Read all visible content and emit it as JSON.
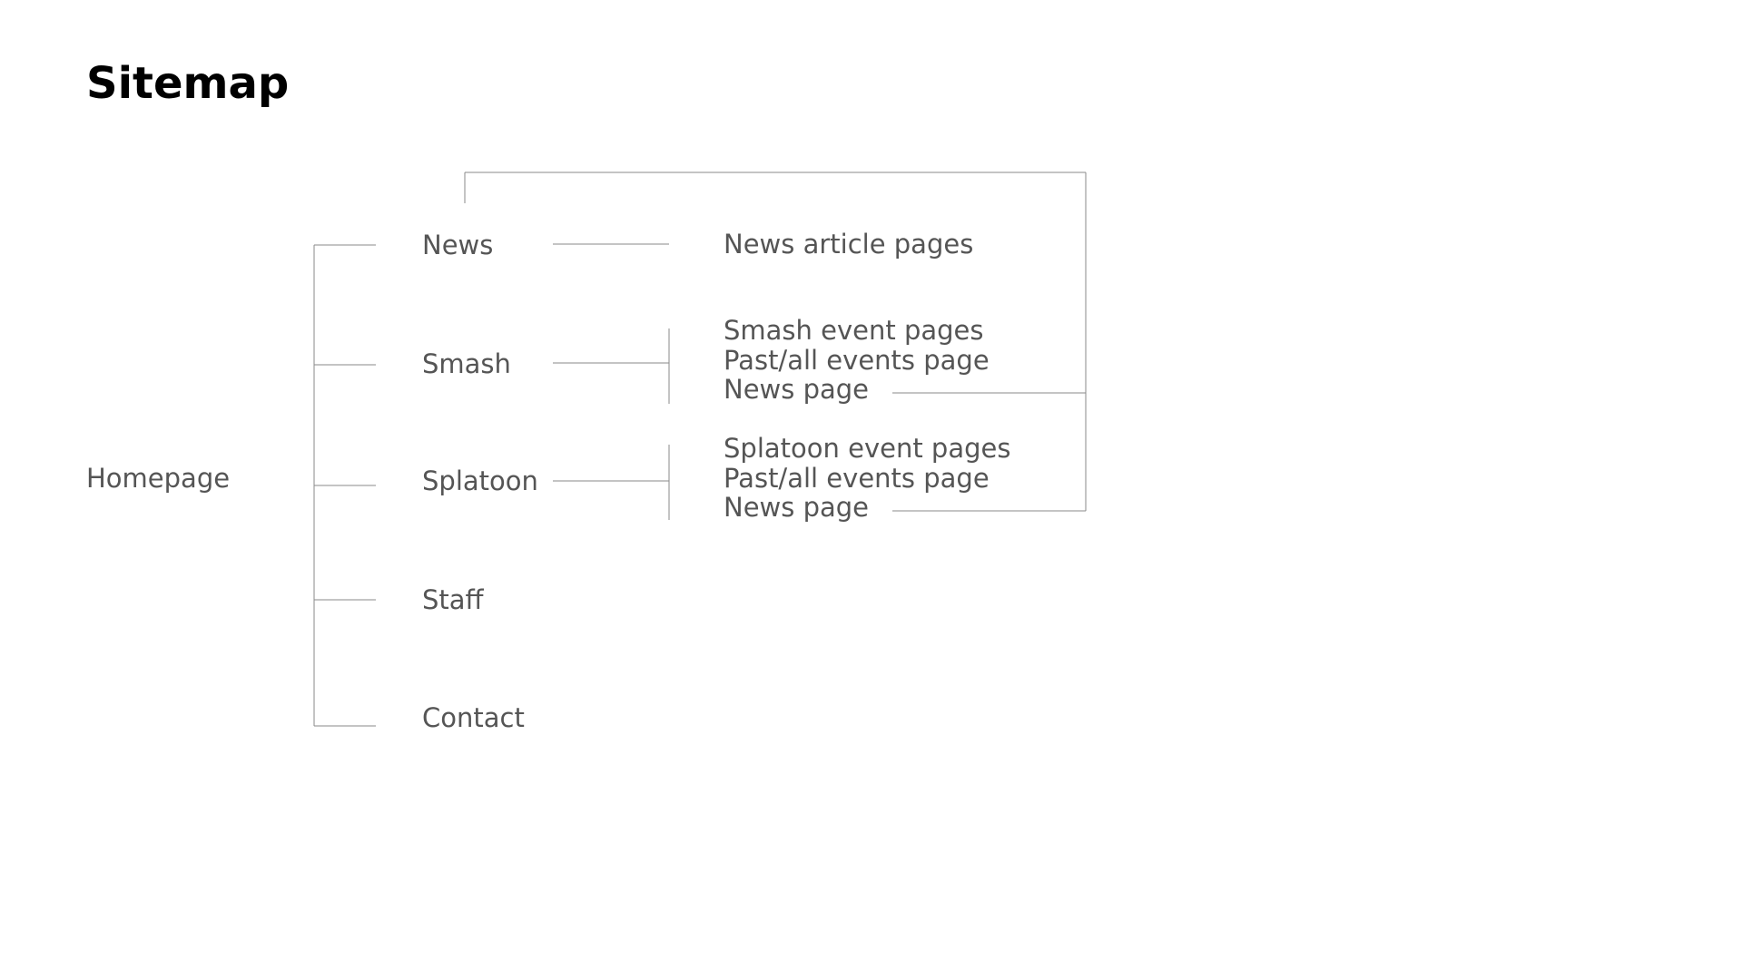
{
  "page": {
    "title": "Sitemap"
  },
  "sitemap": {
    "root": "Homepage",
    "sections": {
      "news": "News",
      "smash": "Smash",
      "splatoon": "Splatoon",
      "staff": "Staff",
      "contact": "Contact"
    },
    "news_children": [
      "News article pages"
    ],
    "smash_children": [
      "Smash event pages",
      "Past/all events page",
      "News page"
    ],
    "splatoon_children": [
      "Splatoon event pages",
      "Past/all events page",
      "News page"
    ]
  },
  "colors": {
    "title": "#000000",
    "label": "#555555",
    "connector": "#8a8a8a",
    "background": "#ffffff"
  }
}
